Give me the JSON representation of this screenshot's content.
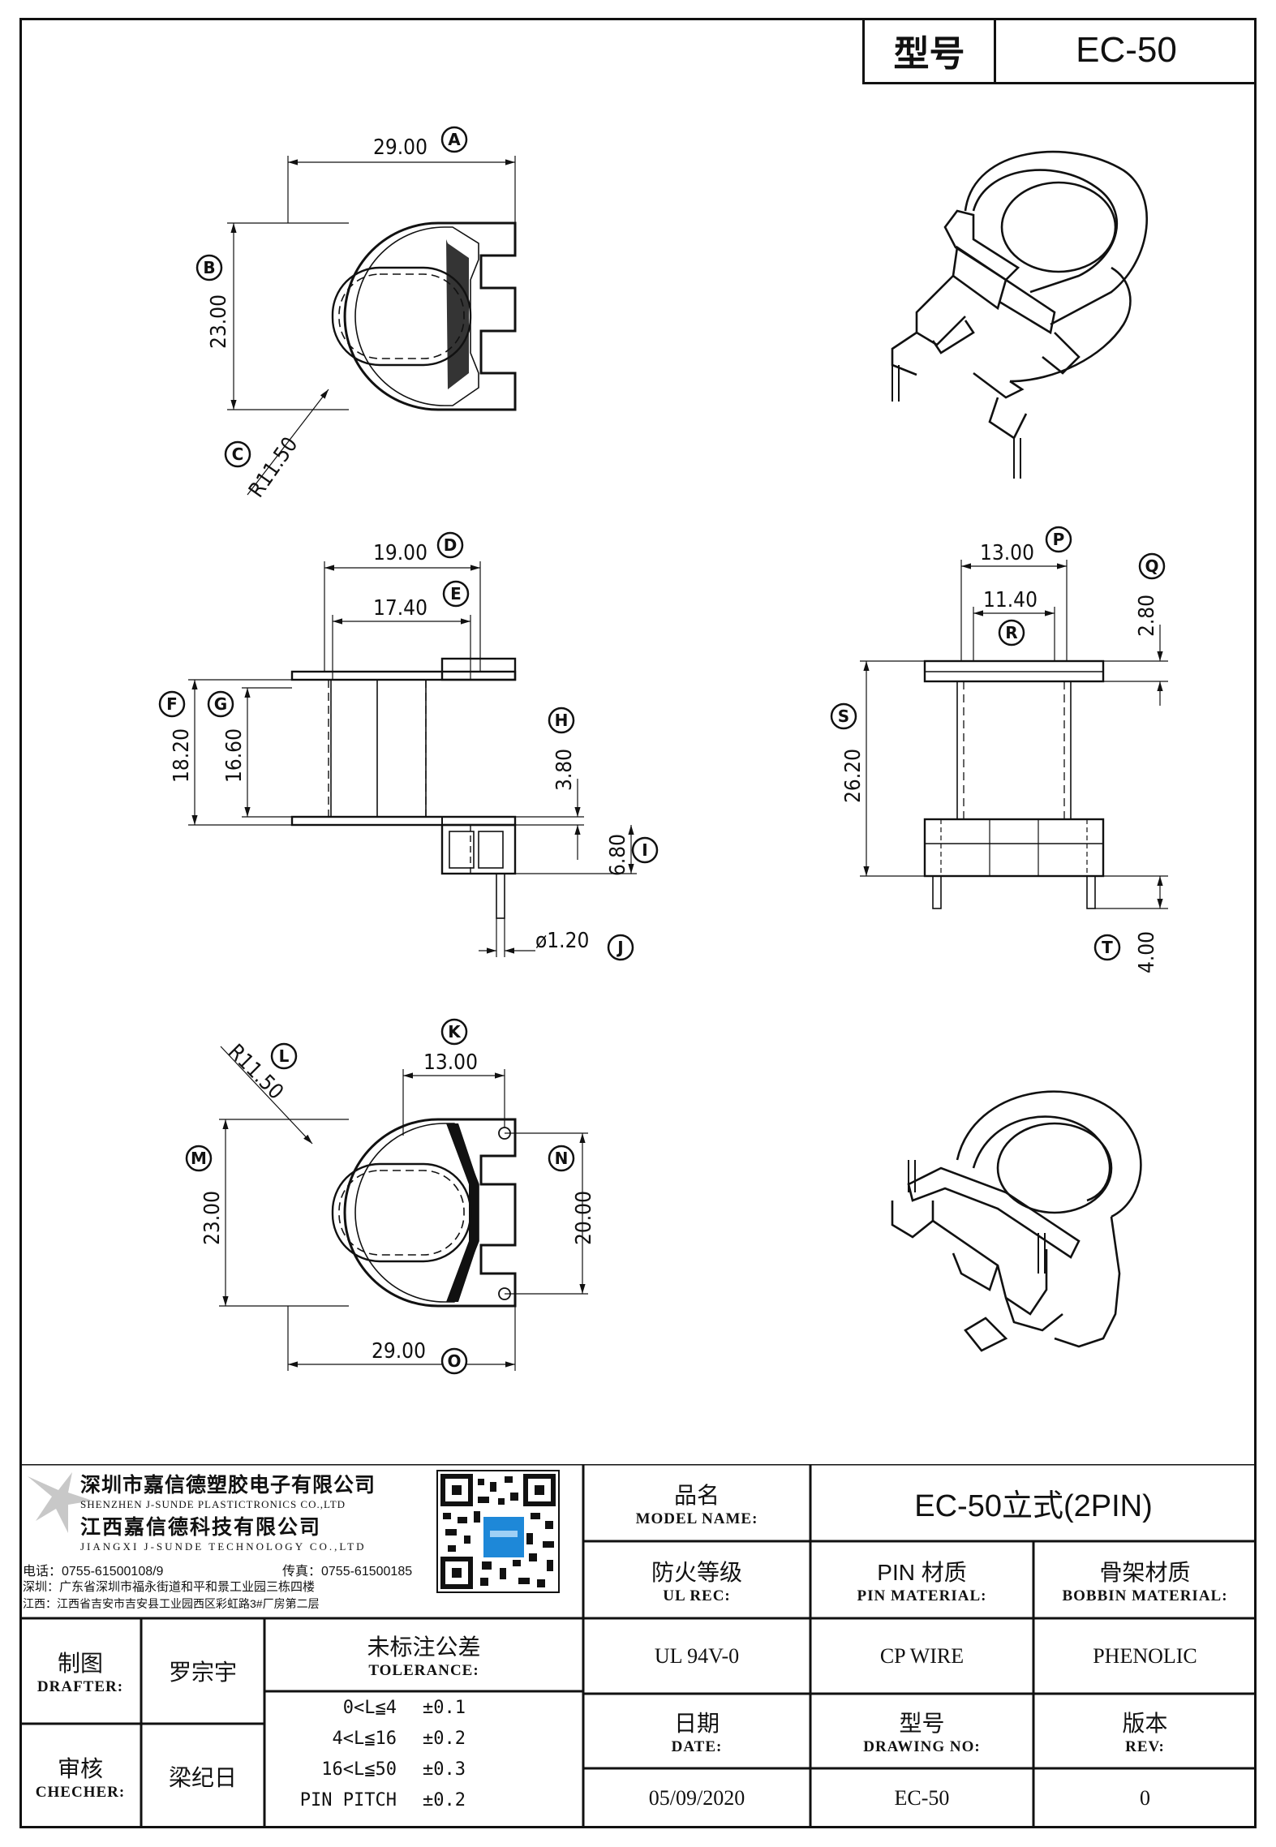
{
  "header": {
    "model_label": "型号",
    "model_value": "EC-50"
  },
  "dimensions": {
    "A": "29.00",
    "B": "23.00",
    "C": "R11.50",
    "D": "19.00",
    "E": "17.40",
    "F": "18.20",
    "G": "16.60",
    "H": "3.80",
    "I": "6.80",
    "J": "ø1.20",
    "K": "13.00",
    "L": "R11.50",
    "M": "23.00",
    "N": "20.00",
    "O": "29.00",
    "P": "13.00",
    "Q": "2.80",
    "R": "11.40",
    "S": "26.20",
    "T": "4.00"
  },
  "balloons": [
    "A",
    "B",
    "C",
    "D",
    "E",
    "F",
    "G",
    "H",
    "I",
    "J",
    "K",
    "L",
    "M",
    "N",
    "O",
    "P",
    "Q",
    "R",
    "S",
    "T"
  ],
  "company": {
    "name_cn_1": "深圳市嘉信德塑胶电子有限公司",
    "name_en_1": "SHENZHEN J-SUNDE PLASTICTRONICS CO.,LTD",
    "name_cn_2": "江西嘉信德科技有限公司",
    "name_en_2": "JIANGXI J-SUNDE TECHNOLOGY CO.,LTD",
    "phone": "电话：0755-61500108/9",
    "fax": "传真：0755-61500185",
    "addr_sz": "深圳：广东省深圳市福永街道和平和景工业园三栋四楼",
    "addr_jx": "江西：江西省吉安市吉安县工业园西区彩虹路3#厂房第二层"
  },
  "title_block": {
    "model_name_cn": "品名",
    "model_name_en": "MODEL NAME:",
    "model_name_value": "EC-50立式(2PIN)",
    "ul_cn": "防火等级",
    "ul_en": "UL REC:",
    "pin_cn": "PIN 材质",
    "pin_en": "PIN MATERIAL:",
    "bobbin_cn": "骨架材质",
    "bobbin_en": "BOBBIN MATERIAL:",
    "ul_value": "UL 94V-0",
    "pin_value": "CP WIRE",
    "bobbin_value": "PHENOLIC",
    "date_cn": "日期",
    "date_en": "DATE:",
    "drawing_cn": "型号",
    "drawing_en": "DRAWING NO:",
    "rev_cn": "版本",
    "rev_en": "REV:",
    "date_value": "05/09/2020",
    "drawing_value": "EC-50",
    "rev_value": "0",
    "drafter_cn": "制图",
    "drafter_en": "DRAFTER:",
    "drafter_name": "罗宗宇",
    "checker_cn": "审核",
    "checker_en": "CHECHER:",
    "checker_name": "梁纪日",
    "tolerance_cn": "未标注公差",
    "tolerance_en": "TOLERANCE:",
    "tolerances": [
      {
        "range": "0<L≦4",
        "value": "±0.1"
      },
      {
        "range": "4<L≦16",
        "value": "±0.2"
      },
      {
        "range": "16<L≦50",
        "value": "±0.3"
      },
      {
        "range": "PIN PITCH",
        "value": "±0.2"
      }
    ]
  }
}
